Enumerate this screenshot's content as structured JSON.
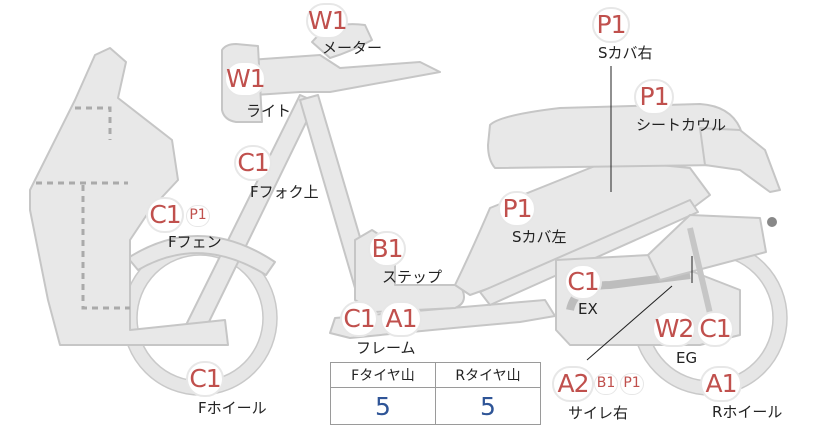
{
  "colors": {
    "badge_text": "#c0504d",
    "value_text": "#2f5597",
    "part_fill": "#e8e8e8",
    "part_stroke": "#c6c6c6"
  },
  "parts": {
    "meter": {
      "grade": "W1",
      "label": "メーター"
    },
    "light": {
      "grade": "W1",
      "label": "ライト"
    },
    "fork_upper": {
      "grade": "C1",
      "label": "Fフォク上"
    },
    "front_fender": {
      "grade1": "C1",
      "grade2": "P1",
      "label": "Fフェン"
    },
    "front_wheel": {
      "grade": "C1",
      "label": "Fホイール"
    },
    "step": {
      "grade": "B1",
      "label": "ステップ"
    },
    "frame": {
      "grade1": "C1",
      "grade2": "A1",
      "label": "フレーム"
    },
    "side_cover_right": {
      "grade": "P1",
      "label": "Sカバ右"
    },
    "seat_cowl": {
      "grade": "P1",
      "label": "シートカウル"
    },
    "side_cover_left": {
      "grade": "P1",
      "label": "Sカバ左"
    },
    "exhaust": {
      "grade": "C1",
      "label": "EX"
    },
    "engine": {
      "grade1": "W2",
      "grade2": "C1",
      "label": "EG"
    },
    "muffler_right": {
      "grade1": "A2",
      "grade2": "B1",
      "grade3": "P1",
      "label": "サイレ右"
    },
    "rear_wheel": {
      "grade": "A1",
      "label": "Rホイール"
    }
  },
  "tire_table": {
    "front_header": "Fタイヤ山",
    "rear_header": "Rタイヤ山",
    "front_value": "5",
    "rear_value": "5"
  }
}
